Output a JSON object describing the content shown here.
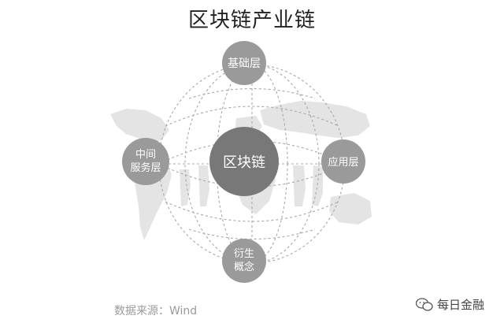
{
  "title": "区块链产业链",
  "nodes": {
    "center": "区块链",
    "top": "基础层",
    "left_line1": "中间",
    "left_line2": "服务层",
    "right": "应用层",
    "bottom_line1": "衍生",
    "bottom_line2": "概念"
  },
  "source": "数据来源：Wind",
  "watermark": "每日金融",
  "colors": {
    "node_fill": "#9a9a9a",
    "center_fill": "#787878",
    "grid_line": "#a8a8a8",
    "map_fill": "#e4e4e4"
  }
}
